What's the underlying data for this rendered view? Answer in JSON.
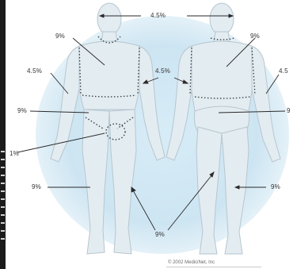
{
  "image_title": "",
  "accent_colors": {
    "background_circle": "#cfe6f2",
    "body_fill": "#e3ecf1",
    "outline": "#b7c6cf",
    "dotted_line": "#38444c",
    "pointer_line": "#2a2a2a"
  },
  "labels": {
    "head": "4.5%",
    "front_chest": "9%",
    "back_upper": "9%",
    "front_arm": "4.5%",
    "center_arms": "4.5%",
    "back_arm": "4.5",
    "front_abdomen": "9%",
    "back_lower": "9",
    "genitals": "1%",
    "front_leg": "9%",
    "back_leg": "9%",
    "bottom_legs": "9%"
  },
  "copyright": "© 2002 MediciNet, Inc"
}
